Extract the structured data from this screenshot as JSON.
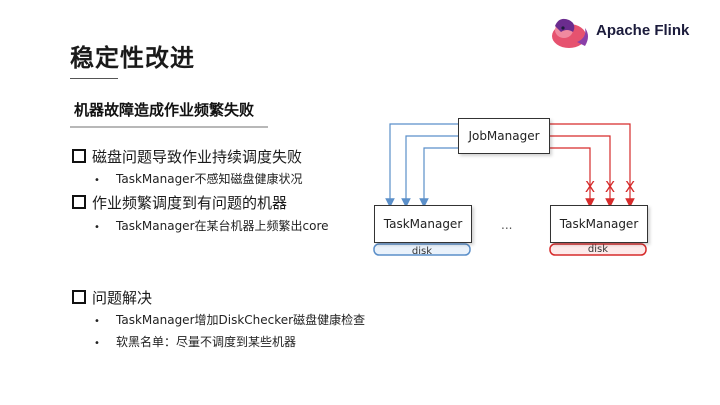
{
  "slide": {
    "title": "稳定性改进",
    "section_heading": "机器故障造成作业频繁失败",
    "brand": {
      "name": "Apache Flink",
      "colors": {
        "pink": "#e6526f",
        "purple": "#6b2c8e",
        "navy": "#1c1c3c"
      }
    },
    "items": [
      {
        "text": "磁盘问题导致作业持续调度失败",
        "sub": [
          "TaskManager不感知磁盘健康状况"
        ]
      },
      {
        "text": "作业频繁调度到有问题的机器",
        "sub": [
          "TaskManager在某台机器上频繁出core"
        ]
      },
      {
        "text": "问题解决",
        "sub": [
          "TaskManager增加DiskChecker磁盘健康检查",
          "软黑名单：尽量不调度到某些机器"
        ]
      }
    ],
    "bullet_char": "•"
  },
  "diagram": {
    "job_manager": "JobManager",
    "task_managers": [
      {
        "label": "TaskManager",
        "disk": "disk",
        "state": "healthy",
        "color": "#5b8fc9"
      },
      {
        "label": "TaskManager",
        "disk": "disk",
        "state": "faulty",
        "color": "#d62b2b"
      }
    ],
    "ellipsis": "...",
    "failure_mark": "X",
    "colors": {
      "healthy": "#5b8fc9",
      "faulty": "#d62b2b"
    }
  }
}
